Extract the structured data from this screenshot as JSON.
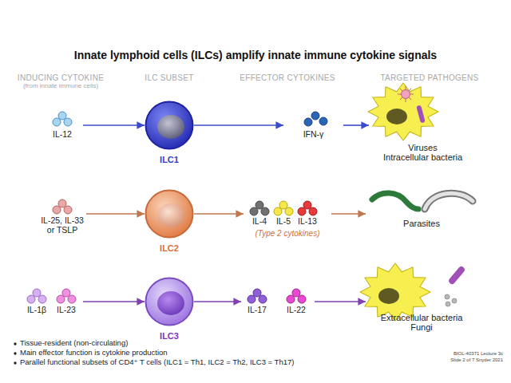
{
  "diagram": {
    "title": "Innate lymphoid cells (ILCs) amplify innate immune cytokine signals",
    "nodes": [
      {
        "text": [
          "IL-12"
        ]
      },
      {
        "text": [
          "ILC1"
        ]
      },
      {
        "text": [
          "IFN-γ"
        ]
      },
      {
        "text": [
          "Viruses",
          "Intracellular bacteria"
        ]
      },
      {
        "text": [
          "IL-25, IL-33 or TSLP"
        ]
      },
      {
        "text": [
          "ILC2"
        ]
      },
      {
        "text": [
          "IL-4",
          "IL-5",
          "IL-13",
          "(Type 2 cytokines)"
        ]
      },
      {
        "text": [
          "Parasites"
        ]
      },
      {
        "text": [
          "IL-1β",
          "IL-23"
        ]
      },
      {
        "text": [
          "ILC3"
        ]
      },
      {
        "text": [
          "IL-17",
          "IL-22"
        ]
      },
      {
        "text": [
          "Extracellular bacteria",
          "Fungi"
        ]
      }
    ],
    "edges": [
      {
        "from": 0,
        "to": 1,
        "arrow": "to"
      },
      {
        "from": 1,
        "to": 2,
        "arrow": "to"
      },
      {
        "from": 2,
        "to": 3,
        "arrow": "to"
      },
      {
        "from": 4,
        "to": 5,
        "arrow": "to"
      },
      {
        "from": 5,
        "to": 6,
        "arrow": "to"
      },
      {
        "from": 6,
        "to": 7,
        "arrow": "to"
      },
      {
        "from": 8,
        "to": 9,
        "arrow": "to"
      },
      {
        "from": 9,
        "to": 10,
        "arrow": "to"
      },
      {
        "from": 10,
        "to": 11,
        "arrow": "to"
      }
    ],
    "labels": [
      "INDUCING CYTOKINE",
      "(from innate immune cells)",
      "ILC SUBSET",
      "EFFECTOR CYTOKINES",
      "TARGETED PATHOGENS",
      "Tissue-resident (non-circulating)",
      "Main effector function is cytokine production",
      "Parallel functional subsets of CD4⁺ T cells (ILC1 = Th1, ILC2 = Th2, ILC3 = Th17)",
      "BIOL-40371 Lecture 3c",
      "Slide 2 of 7 Snyder 2021"
    ]
  }
}
